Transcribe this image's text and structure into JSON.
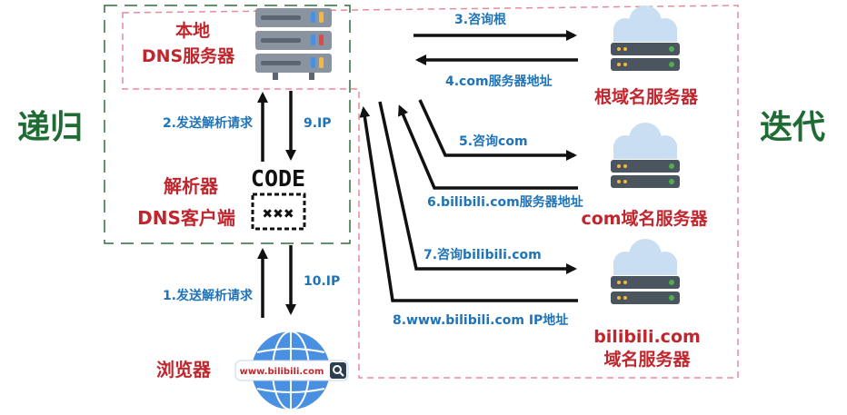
{
  "colors": {
    "green": "#1e6b33",
    "red": "#c0262d",
    "blue": "#1f73b7",
    "dash_green": "#2f6d3f",
    "dash_pink": "#e98a9c"
  },
  "labels": {
    "recursive": "递归",
    "iterative": "迭代",
    "local_dns_l1": "本地",
    "local_dns_l2": "DNS服务器",
    "resolver_l1": "解析器",
    "resolver_l2": "DNS客户端",
    "browser": "浏览器",
    "browser_url": "www.bilibili.com",
    "code": "CODE",
    "code_mask": "✖✖✖",
    "root_server": "根域名服务器",
    "com_server": "com域名服务器",
    "bili_server_l1": "bilibili.com",
    "bili_server_l2": "域名服务器"
  },
  "steps": {
    "s1": "1.发送解析请求",
    "s2": "2.发送解析请求",
    "s3": "3.咨询根",
    "s4": "4.com服务器地址",
    "s5": "5.咨询com",
    "s6": "6.bilibili.com服务器地址",
    "s7": "7.咨询bilibili.com",
    "s8": "8.www.bilibili.com IP地址",
    "s9": "9.IP",
    "s10": "10.IP"
  },
  "icons": {
    "local_server": "server-rack-icon",
    "resolver": "code-icon",
    "browser": "globe-icon",
    "search": "search-icon",
    "cloud_server": "cloud-server-icon"
  }
}
